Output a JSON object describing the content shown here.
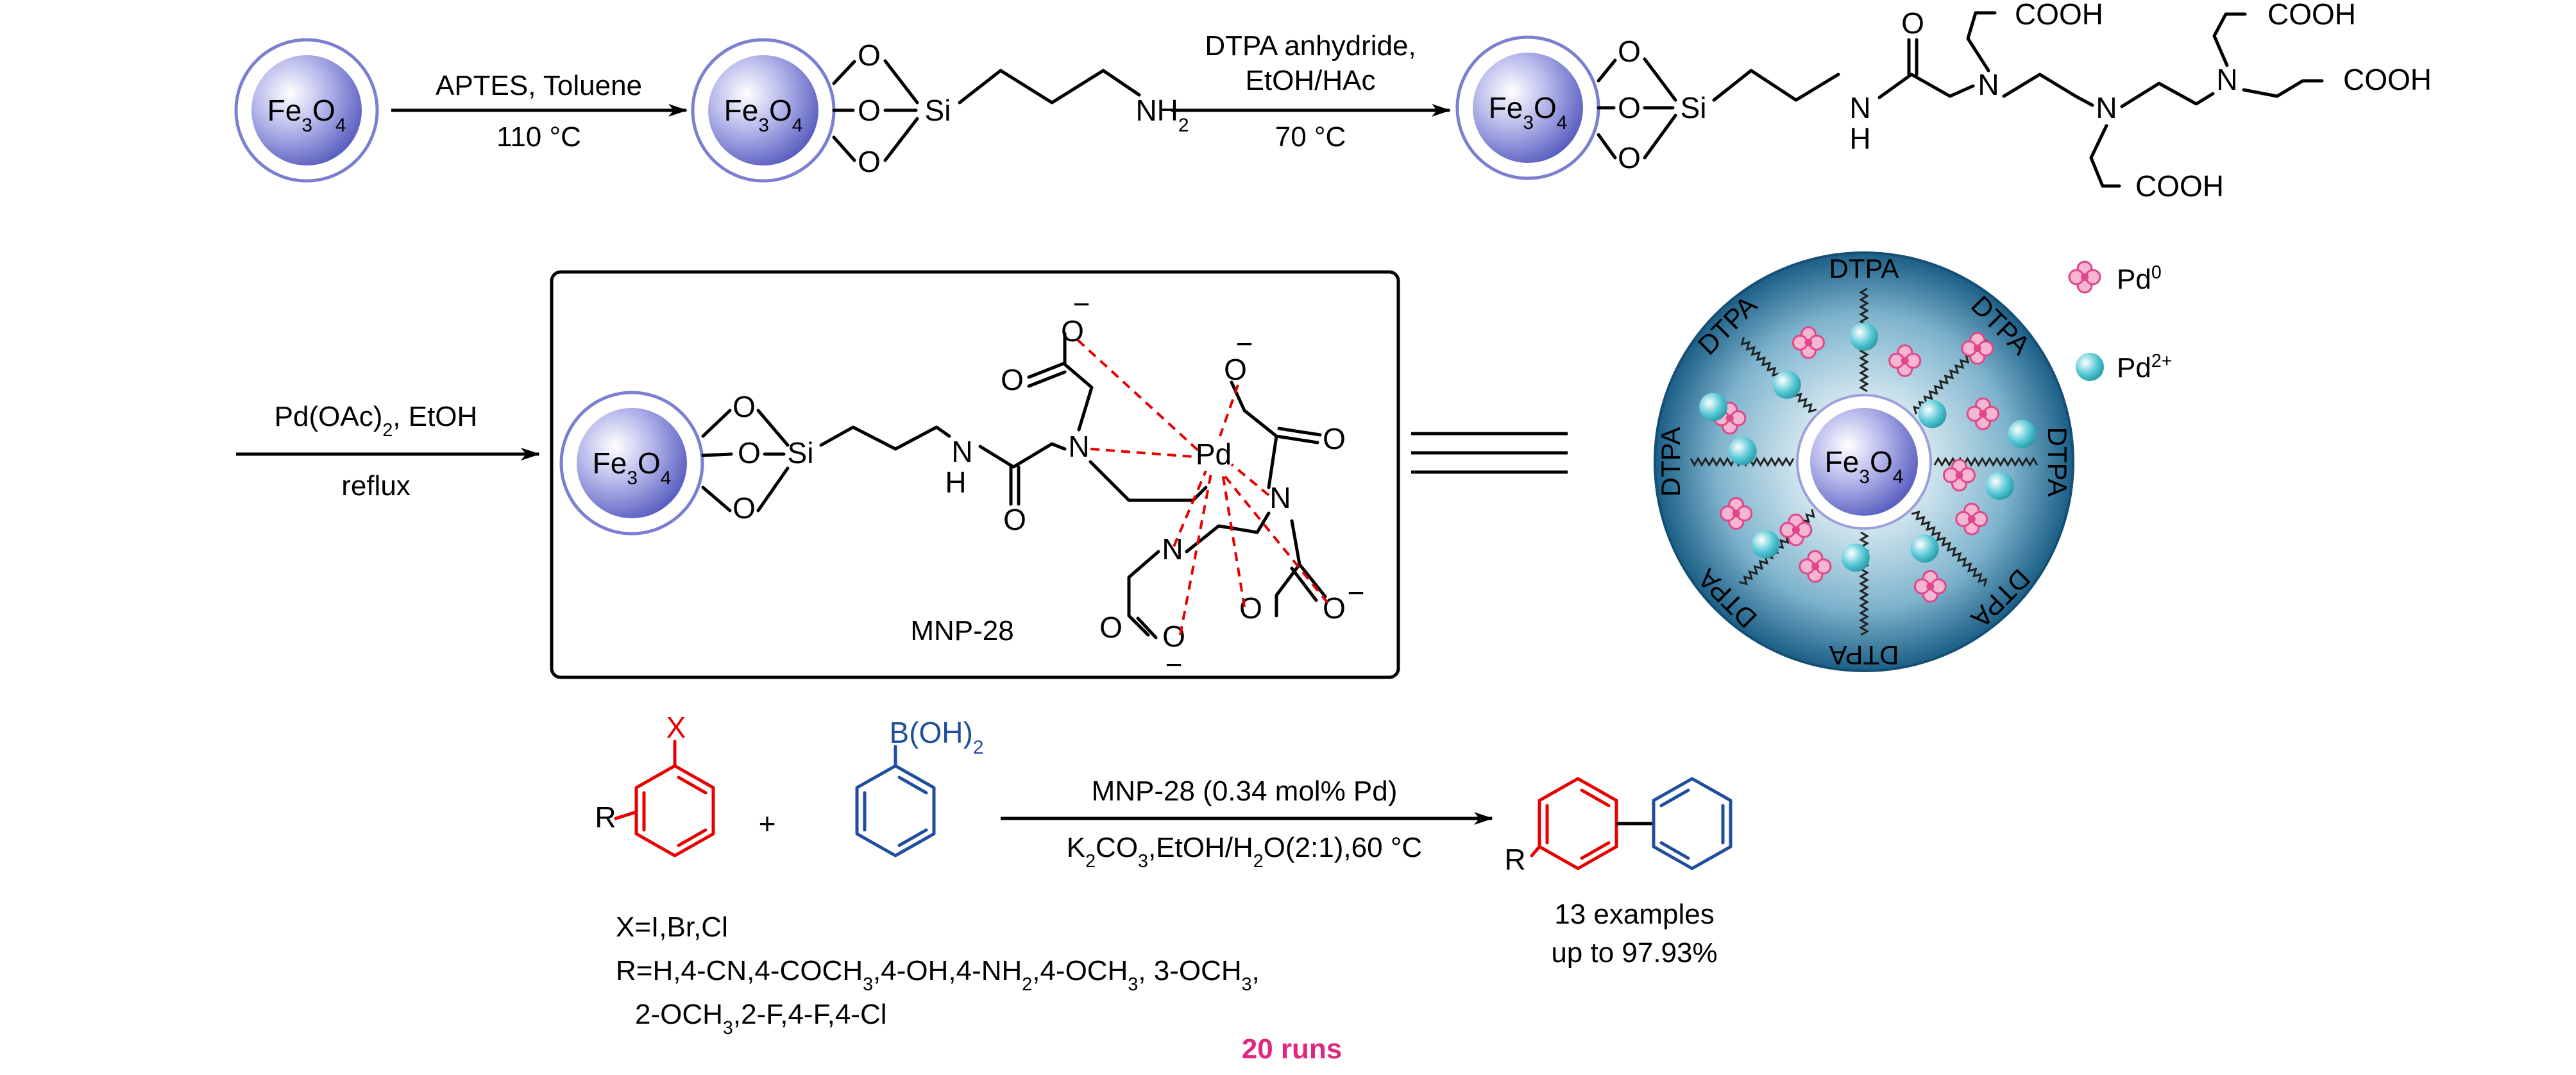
{
  "fe3o4": "Fe3O4",
  "step1": {
    "reagents": "APTES, Toluene",
    "conditions": "110 °C"
  },
  "step2": {
    "reagents": "DTPA anhydride,",
    "reagents2": "EtOH/HAc",
    "conditions": "70 °C"
  },
  "step3": {
    "reagents": "Pd(OAc)2, EtOH",
    "conditions": "reflux"
  },
  "atoms": {
    "si": "Si",
    "o": "O",
    "n": "N",
    "nh": "NH",
    "h": "H",
    "nh2": "NH2",
    "cooh": "COOH",
    "pd": "Pd",
    "minus": "−"
  },
  "catalyst_name": "MNP-28",
  "nano": {
    "ligand_label": "DTPA",
    "legend": {
      "pd0": "Pd0",
      "pd2": "Pd2+"
    },
    "colors": {
      "shell_dark": "#1b5e86",
      "shell_light": "#cfe6ef",
      "pd2": "#57c8d6",
      "pd0": "#e0468a"
    }
  },
  "reaction": {
    "aryl_halide": {
      "x": "X",
      "r": "R"
    },
    "boronic_acid": "B(OH)2",
    "plus": "+",
    "conditions_top": "MNP-28 (0.34 mol% Pd)",
    "conditions_bottom": "K2CO3,EtOH/H2O(2:1),60 °C",
    "product_r": "R",
    "x_scope": "X=I,Br,Cl",
    "r_scope_line1": "R=H,4-CN,4-COCH3,4-OH,4-NH2,4-OCH3, 3-OCH3,",
    "r_scope_line2": "2-OCH3,2-F,4-F,4-Cl",
    "examples": "13 examples",
    "yield": "up to 97.93%",
    "runs": "20 runs"
  },
  "colors": {
    "red": "#e60000",
    "blue": "#1f4e9e",
    "magenta": "#e0267f",
    "sphere": "#7b7fd0"
  }
}
